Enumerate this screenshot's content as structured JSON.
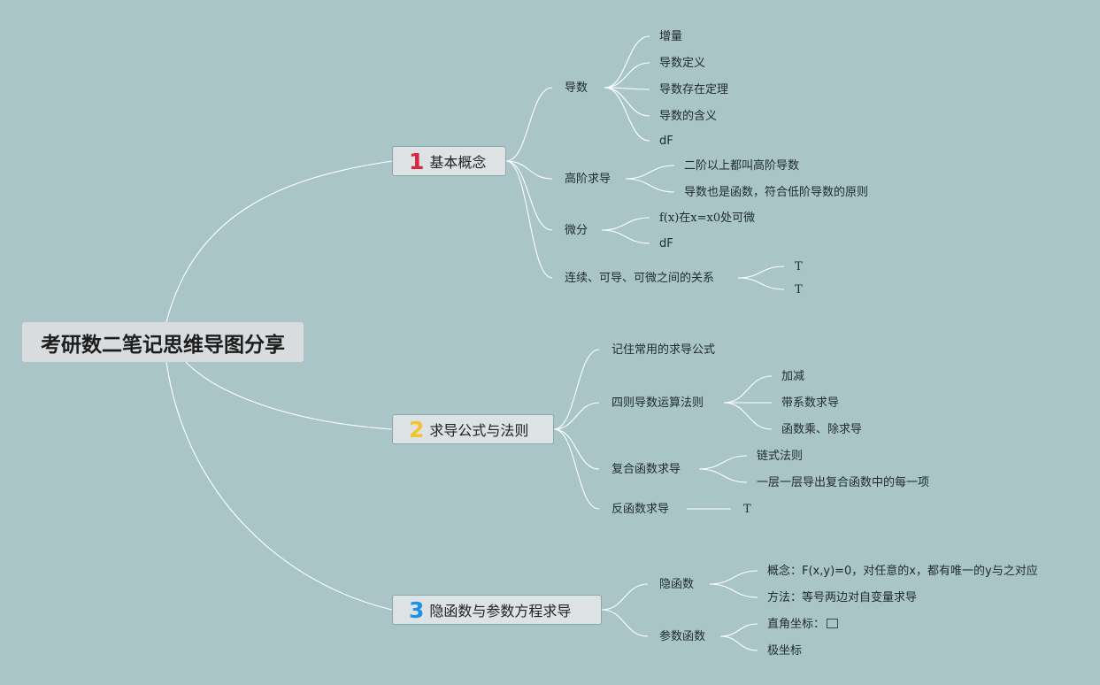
{
  "root": "考研数二笔记思维导图分享",
  "colors": {
    "background": "#aac5c8",
    "num1": "#d7263d",
    "num2": "#f4c430",
    "num3": "#1e90e6",
    "line": "#ffffff"
  },
  "b1": {
    "num": "1",
    "title": "基本概念",
    "c1": {
      "label": "导数",
      "items": [
        "增量",
        "导数定义",
        "导数存在定理",
        "导数的含义",
        "dF"
      ]
    },
    "c2": {
      "label": "高阶求导",
      "items": [
        "二阶以上都叫高阶导数",
        "导数也是函数，符合低阶导数的原则"
      ]
    },
    "c3": {
      "label": "微分",
      "items": [
        "f(x)在x=x0处可微",
        "dF"
      ]
    },
    "c4": {
      "label": "连续、可导、可微之间的关系",
      "items": [
        "T",
        "T"
      ]
    }
  },
  "b2": {
    "num": "2",
    "title": "求导公式与法则",
    "c1": {
      "label": "记住常用的求导公式"
    },
    "c2": {
      "label": "四则导数运算法则",
      "items": [
        "加减",
        "带系数求导",
        "函数乘、除求导"
      ]
    },
    "c3": {
      "label": "复合函数求导",
      "items": [
        "链式法则",
        "一层一层导出复合函数中的每一项"
      ]
    },
    "c4": {
      "label": "反函数求导",
      "items": [
        "T"
      ]
    }
  },
  "b3": {
    "num": "3",
    "title": "隐函数与参数方程求导",
    "c1": {
      "label": "隐函数",
      "items": [
        "概念：F(x,y)=0，对任意的x，都有唯一的y与之对应",
        "方法：等号两边对自变量求导"
      ]
    },
    "c2": {
      "label": "参数函数",
      "items": [
        "直角坐标：",
        "极坐标"
      ]
    }
  }
}
